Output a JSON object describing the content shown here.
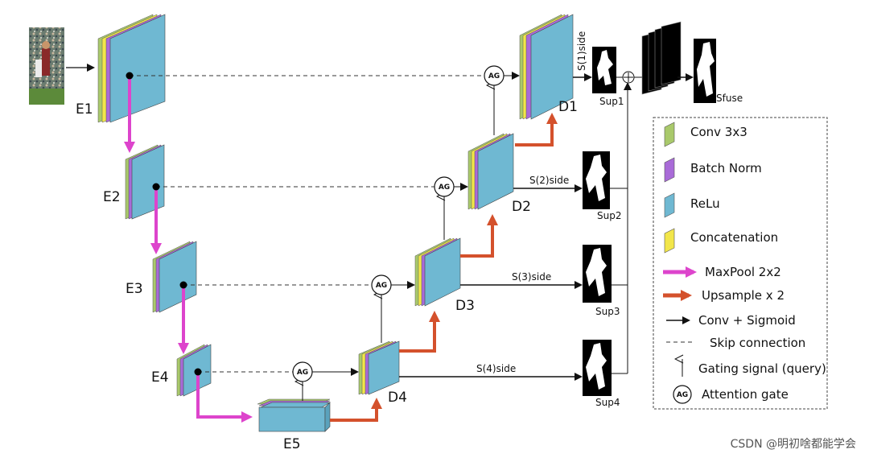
{
  "blocks": {
    "e1": "E1",
    "e2": "E2",
    "e3": "E3",
    "e4": "E4",
    "e5": "E5",
    "d1": "D1",
    "d2": "D2",
    "d3": "D3",
    "d4": "D4"
  },
  "side_labels": {
    "s1": "S(1)side",
    "s2": "S(2)side",
    "s3": "S(3)side",
    "s4": "S(4)side"
  },
  "sup_labels": {
    "sup1": "Sup1",
    "sup2": "Sup2",
    "sup3": "Sup3",
    "sup4": "Sup4",
    "sfuse": "Sfuse"
  },
  "attention_gate_label": "AG",
  "legend": {
    "conv": "Conv 3x3",
    "batch_norm": "Batch Norm",
    "relu": "ReLu",
    "concatenation": "Concatenation",
    "maxpool": "MaxPool 2x2",
    "upsample": "Upsample x 2",
    "conv_sigmoid": "Conv + Sigmoid",
    "skip": "Skip connection",
    "gating": "Gating signal (query)",
    "attention_gate": "Attention gate"
  },
  "colors": {
    "conv": "#a9c96b",
    "batch_norm": "#a96bd8",
    "relu": "#6fb8d2",
    "concatenation": "#f2e64a",
    "maxpool": "#dd44cc",
    "upsample": "#d4512c"
  },
  "watermark": "CSDN @明初啥都能学会"
}
